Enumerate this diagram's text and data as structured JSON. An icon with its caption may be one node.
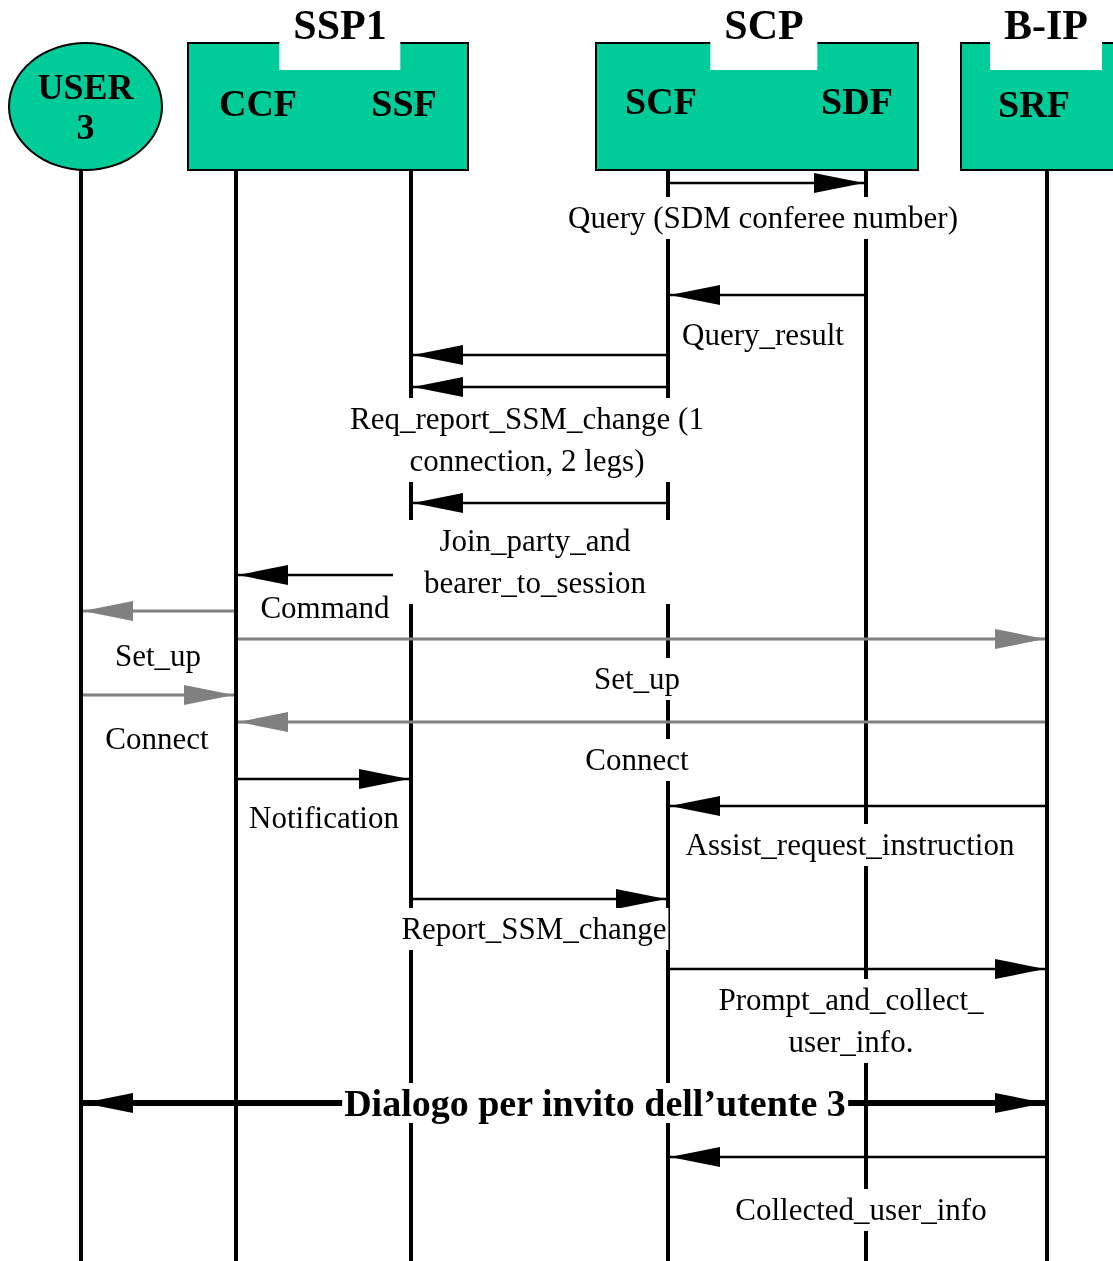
{
  "diagram": {
    "nodes": [
      {
        "text": [
          "USER 3"
        ]
      },
      {
        "text": [
          "SSP1"
        ]
      },
      {
        "text": [
          "CCF"
        ],
        "in": 1
      },
      {
        "text": [
          "SSF"
        ],
        "in": 1
      },
      {
        "text": [
          "SCP"
        ]
      },
      {
        "text": [
          "SCF"
        ],
        "in": 4
      },
      {
        "text": [
          "SDF"
        ],
        "in": 4
      },
      {
        "text": [
          "B-IP"
        ]
      },
      {
        "text": [
          "SRF"
        ],
        "in": 7
      },
      {
        "text": [],
        "shape": "bar"
      },
      {
        "text": [],
        "shape": "bar"
      },
      {
        "text": [],
        "shape": "bar"
      },
      {
        "text": [],
        "shape": "bar"
      },
      {
        "text": [],
        "shape": "bar"
      },
      {
        "text": [],
        "shape": "bar"
      }
    ],
    "edges": [
      {
        "from": 12,
        "to": 13,
        "arrow": "to",
        "label": "Query (SDM conferee number)"
      },
      {
        "from": 13,
        "to": 12,
        "arrow": "to",
        "label": "Query_result"
      },
      {
        "from": 12,
        "to": 11,
        "arrow": "to"
      },
      {
        "from": 12,
        "to": 11,
        "arrow": "to",
        "label": "Req_report_SSM_change (1 connection, 2 legs)"
      },
      {
        "from": 12,
        "to": 11,
        "arrow": "to",
        "label": "Join_party_and bearer_to_session"
      },
      {
        "from": 11,
        "to": 10,
        "arrow": "to",
        "label": "Command"
      },
      {
        "from": 10,
        "to": 9,
        "arrow": "to",
        "label": "Set_up",
        "color": "#808080"
      },
      {
        "from": 10,
        "to": 14,
        "arrow": "to",
        "label": "Set_up",
        "color": "#808080"
      },
      {
        "from": 9,
        "to": 10,
        "arrow": "to",
        "label": "Connect",
        "color": "#808080"
      },
      {
        "from": 14,
        "to": 10,
        "arrow": "to",
        "label": "Connect",
        "color": "#808080"
      },
      {
        "from": 10,
        "to": 11,
        "arrow": "to",
        "label": "Notification"
      },
      {
        "from": 14,
        "to": 12,
        "arrow": "to",
        "label": "Assist_request_instruction"
      },
      {
        "from": 11,
        "to": 12,
        "arrow": "to",
        "label": "Report_SSM_change"
      },
      {
        "from": 12,
        "to": 14,
        "arrow": "to",
        "label": "Prompt_and_collect_ user_info."
      },
      {
        "from": 9,
        "to": 14,
        "arrow": "both",
        "label": "Dialogo per invito dell’utente 3",
        "style": "thick"
      },
      {
        "from": 14,
        "to": 12,
        "arrow": "to",
        "label": "Collected_user_info"
      }
    ]
  }
}
